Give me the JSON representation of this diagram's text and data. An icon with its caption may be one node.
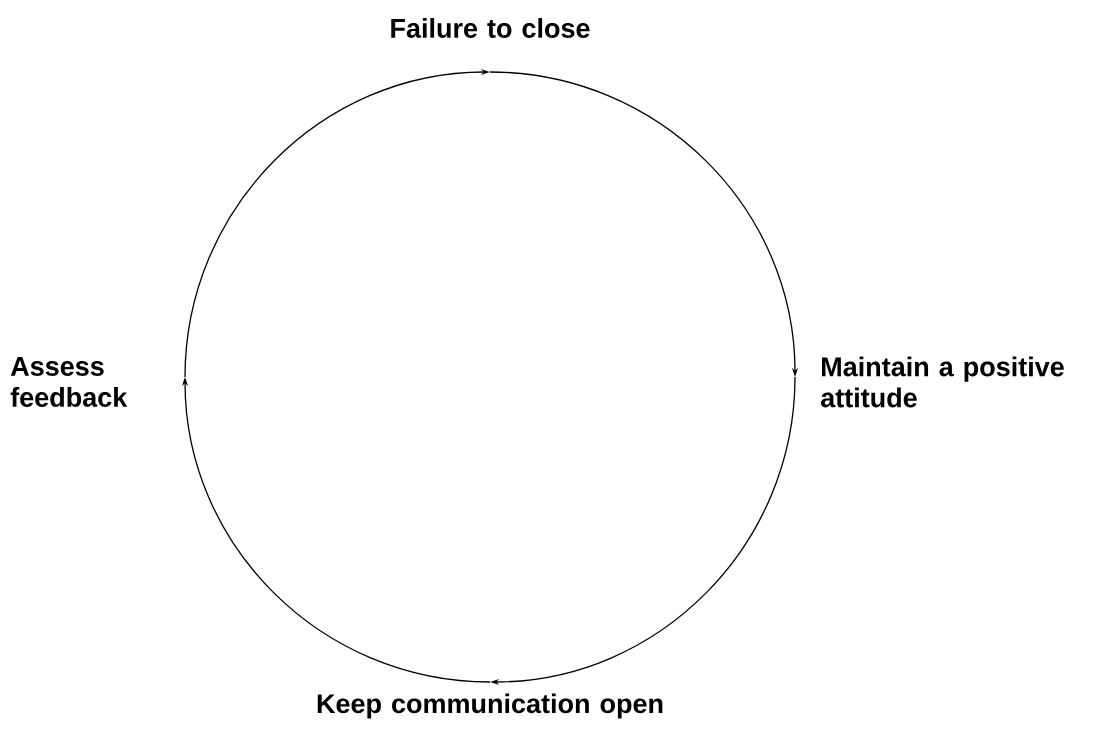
{
  "diagram": {
    "nodes": [
      {
        "text": [
          "Failure to close"
        ]
      },
      {
        "text": [
          "Maintain a positive attitude"
        ]
      },
      {
        "text": [
          "Keep communication open"
        ]
      },
      {
        "text": [
          "Assess feedback"
        ]
      }
    ],
    "edges": [
      {
        "from": 0,
        "to": 1,
        "arrow": "to"
      },
      {
        "from": 1,
        "to": 2,
        "arrow": "to"
      },
      {
        "from": 2,
        "to": 3,
        "arrow": "to"
      },
      {
        "from": 3,
        "to": 0,
        "arrow": "to"
      }
    ]
  }
}
